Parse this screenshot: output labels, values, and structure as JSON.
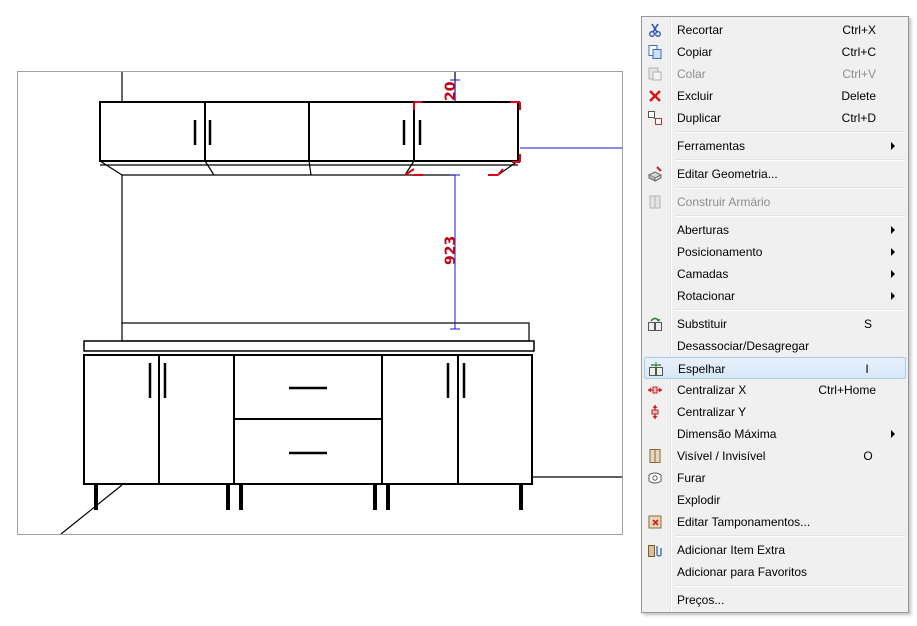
{
  "drawing": {
    "dimension_top": "20",
    "dimension_gap": "923",
    "colors": {
      "line": "#000000",
      "dimension": "#c00018",
      "guide": "#1a1acc"
    }
  },
  "menu": {
    "items": [
      {
        "label": "Recortar",
        "shortcut": "Ctrl+X",
        "icon": "scissors-icon"
      },
      {
        "label": "Copiar",
        "shortcut": "Ctrl+C",
        "icon": "copy-icon"
      },
      {
        "label": "Colar",
        "shortcut": "Ctrl+V",
        "icon": "paste-icon",
        "disabled": true
      },
      {
        "label": "Excluir",
        "shortcut": "Delete",
        "icon": "delete-x-icon"
      },
      {
        "label": "Duplicar",
        "shortcut": "Ctrl+D",
        "icon": "duplicate-icon"
      },
      {
        "label": "Ferramentas",
        "submenu": true
      },
      {
        "label": "Editar Geometria...",
        "icon": "edit-geometry-icon"
      },
      {
        "label": "Construir Armário",
        "icon": "build-cabinet-icon",
        "disabled": true
      },
      {
        "label": "Aberturas",
        "submenu": true
      },
      {
        "label": "Posicionamento",
        "submenu": true
      },
      {
        "label": "Camadas",
        "submenu": true
      },
      {
        "label": "Rotacionar",
        "submenu": true
      },
      {
        "label": "Substituir",
        "shortcut": "S",
        "icon": "replace-icon"
      },
      {
        "label": "Desassociar/Desagregar"
      },
      {
        "label": "Espelhar",
        "shortcut": "I",
        "icon": "mirror-icon",
        "highlighted": true
      },
      {
        "label": "Centralizar X",
        "shortcut": "Ctrl+Home",
        "icon": "center-x-icon"
      },
      {
        "label": "Centralizar Y",
        "icon": "center-y-icon"
      },
      {
        "label": "Dimensão Máxima",
        "submenu": true
      },
      {
        "label": "Visível / Invisível",
        "shortcut": "O",
        "icon": "visibility-icon"
      },
      {
        "label": "Furar",
        "icon": "drill-icon"
      },
      {
        "label": "Explodir"
      },
      {
        "label": "Editar Tamponamentos...",
        "icon": "edit-panels-icon"
      },
      {
        "label": "Adicionar Item Extra",
        "icon": "add-extra-item-icon"
      },
      {
        "label": "Adicionar para Favoritos"
      },
      {
        "label": "Preços..."
      }
    ]
  }
}
